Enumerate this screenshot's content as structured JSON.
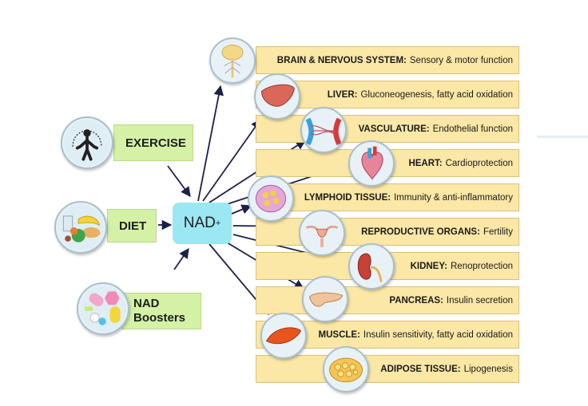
{
  "center": {
    "label": "NAD",
    "superscript": "+"
  },
  "inputs": [
    {
      "id": "exercise",
      "label": "EXERCISE",
      "icon": "jump-rope-person-icon"
    },
    {
      "id": "diet",
      "label": "DIET",
      "icon": "food-icon"
    },
    {
      "id": "boosters",
      "label_line1": "NAD",
      "label_line2": "Boosters",
      "icon": "pills-icon"
    }
  ],
  "outputs": [
    {
      "organ": "BRAIN & NERVOUS SYSTEM:",
      "effect": "Sensory & motor function",
      "icon": "brain-icon"
    },
    {
      "organ": "LIVER:",
      "effect": "Gluconeogenesis, fatty acid oxidation",
      "icon": "liver-icon"
    },
    {
      "organ": "VASCULATURE:",
      "effect": "Endothelial function",
      "icon": "blood-vessel-icon"
    },
    {
      "organ": "HEART:",
      "effect": "Cardioprotection",
      "icon": "heart-icon"
    },
    {
      "organ": "LYMPHOID TISSUE:",
      "effect": "Immunity & anti-inflammatory",
      "icon": "lymph-node-icon"
    },
    {
      "organ": "REPRODUCTIVE ORGANS:",
      "effect": "Fertility",
      "icon": "uterus-icon"
    },
    {
      "organ": "KIDNEY:",
      "effect": "Renoprotection",
      "icon": "kidney-icon"
    },
    {
      "organ": "PANCREAS:",
      "effect": "Insulin secretion",
      "icon": "pancreas-icon"
    },
    {
      "organ": "MUSCLE:",
      "effect": "Insulin sensitivity, fatty acid oxidation",
      "icon": "muscle-icon"
    },
    {
      "organ": "ADIPOSE TISSUE:",
      "effect": "Lipogenesis",
      "icon": "fat-cells-icon"
    }
  ],
  "colors": {
    "input_box": "#d4f1a6",
    "output_box": "#fbe7a6",
    "nad_box": "#9be7f4",
    "arrow": "#1c1f4a"
  }
}
